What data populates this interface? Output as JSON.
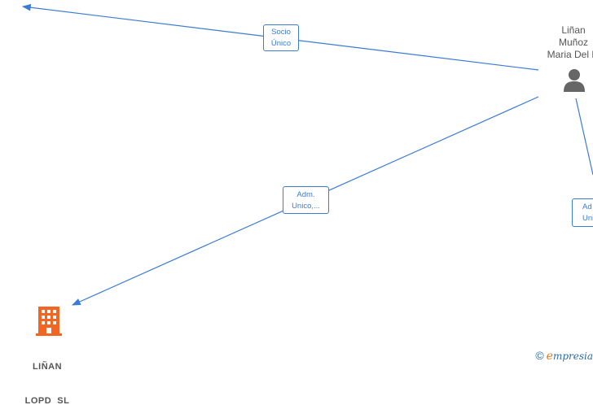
{
  "edges": [
    {
      "label_line1": "Socio",
      "label_line2": "Único"
    },
    {
      "label_line1": "Adm.",
      "label_line2": "Unico,..."
    },
    {
      "label_line1": "Ad",
      "label_line2": "Unic"
    }
  ],
  "person": {
    "line1": "Liñan",
    "line2": "Muñoz",
    "line3": "Maria Del M",
    "icon": "person-icon"
  },
  "company": {
    "line1": "LIÑAN",
    "line2": "LOPD  SL",
    "icon": "building-icon",
    "color": "#f26522"
  },
  "watermark": {
    "copyright": "©",
    "brand_e": "e",
    "brand_rest": "mpresia"
  },
  "colors": {
    "edge": "#3a7bd5",
    "person": "#666666",
    "company": "#f26522",
    "brand_e": "#e8761b"
  }
}
